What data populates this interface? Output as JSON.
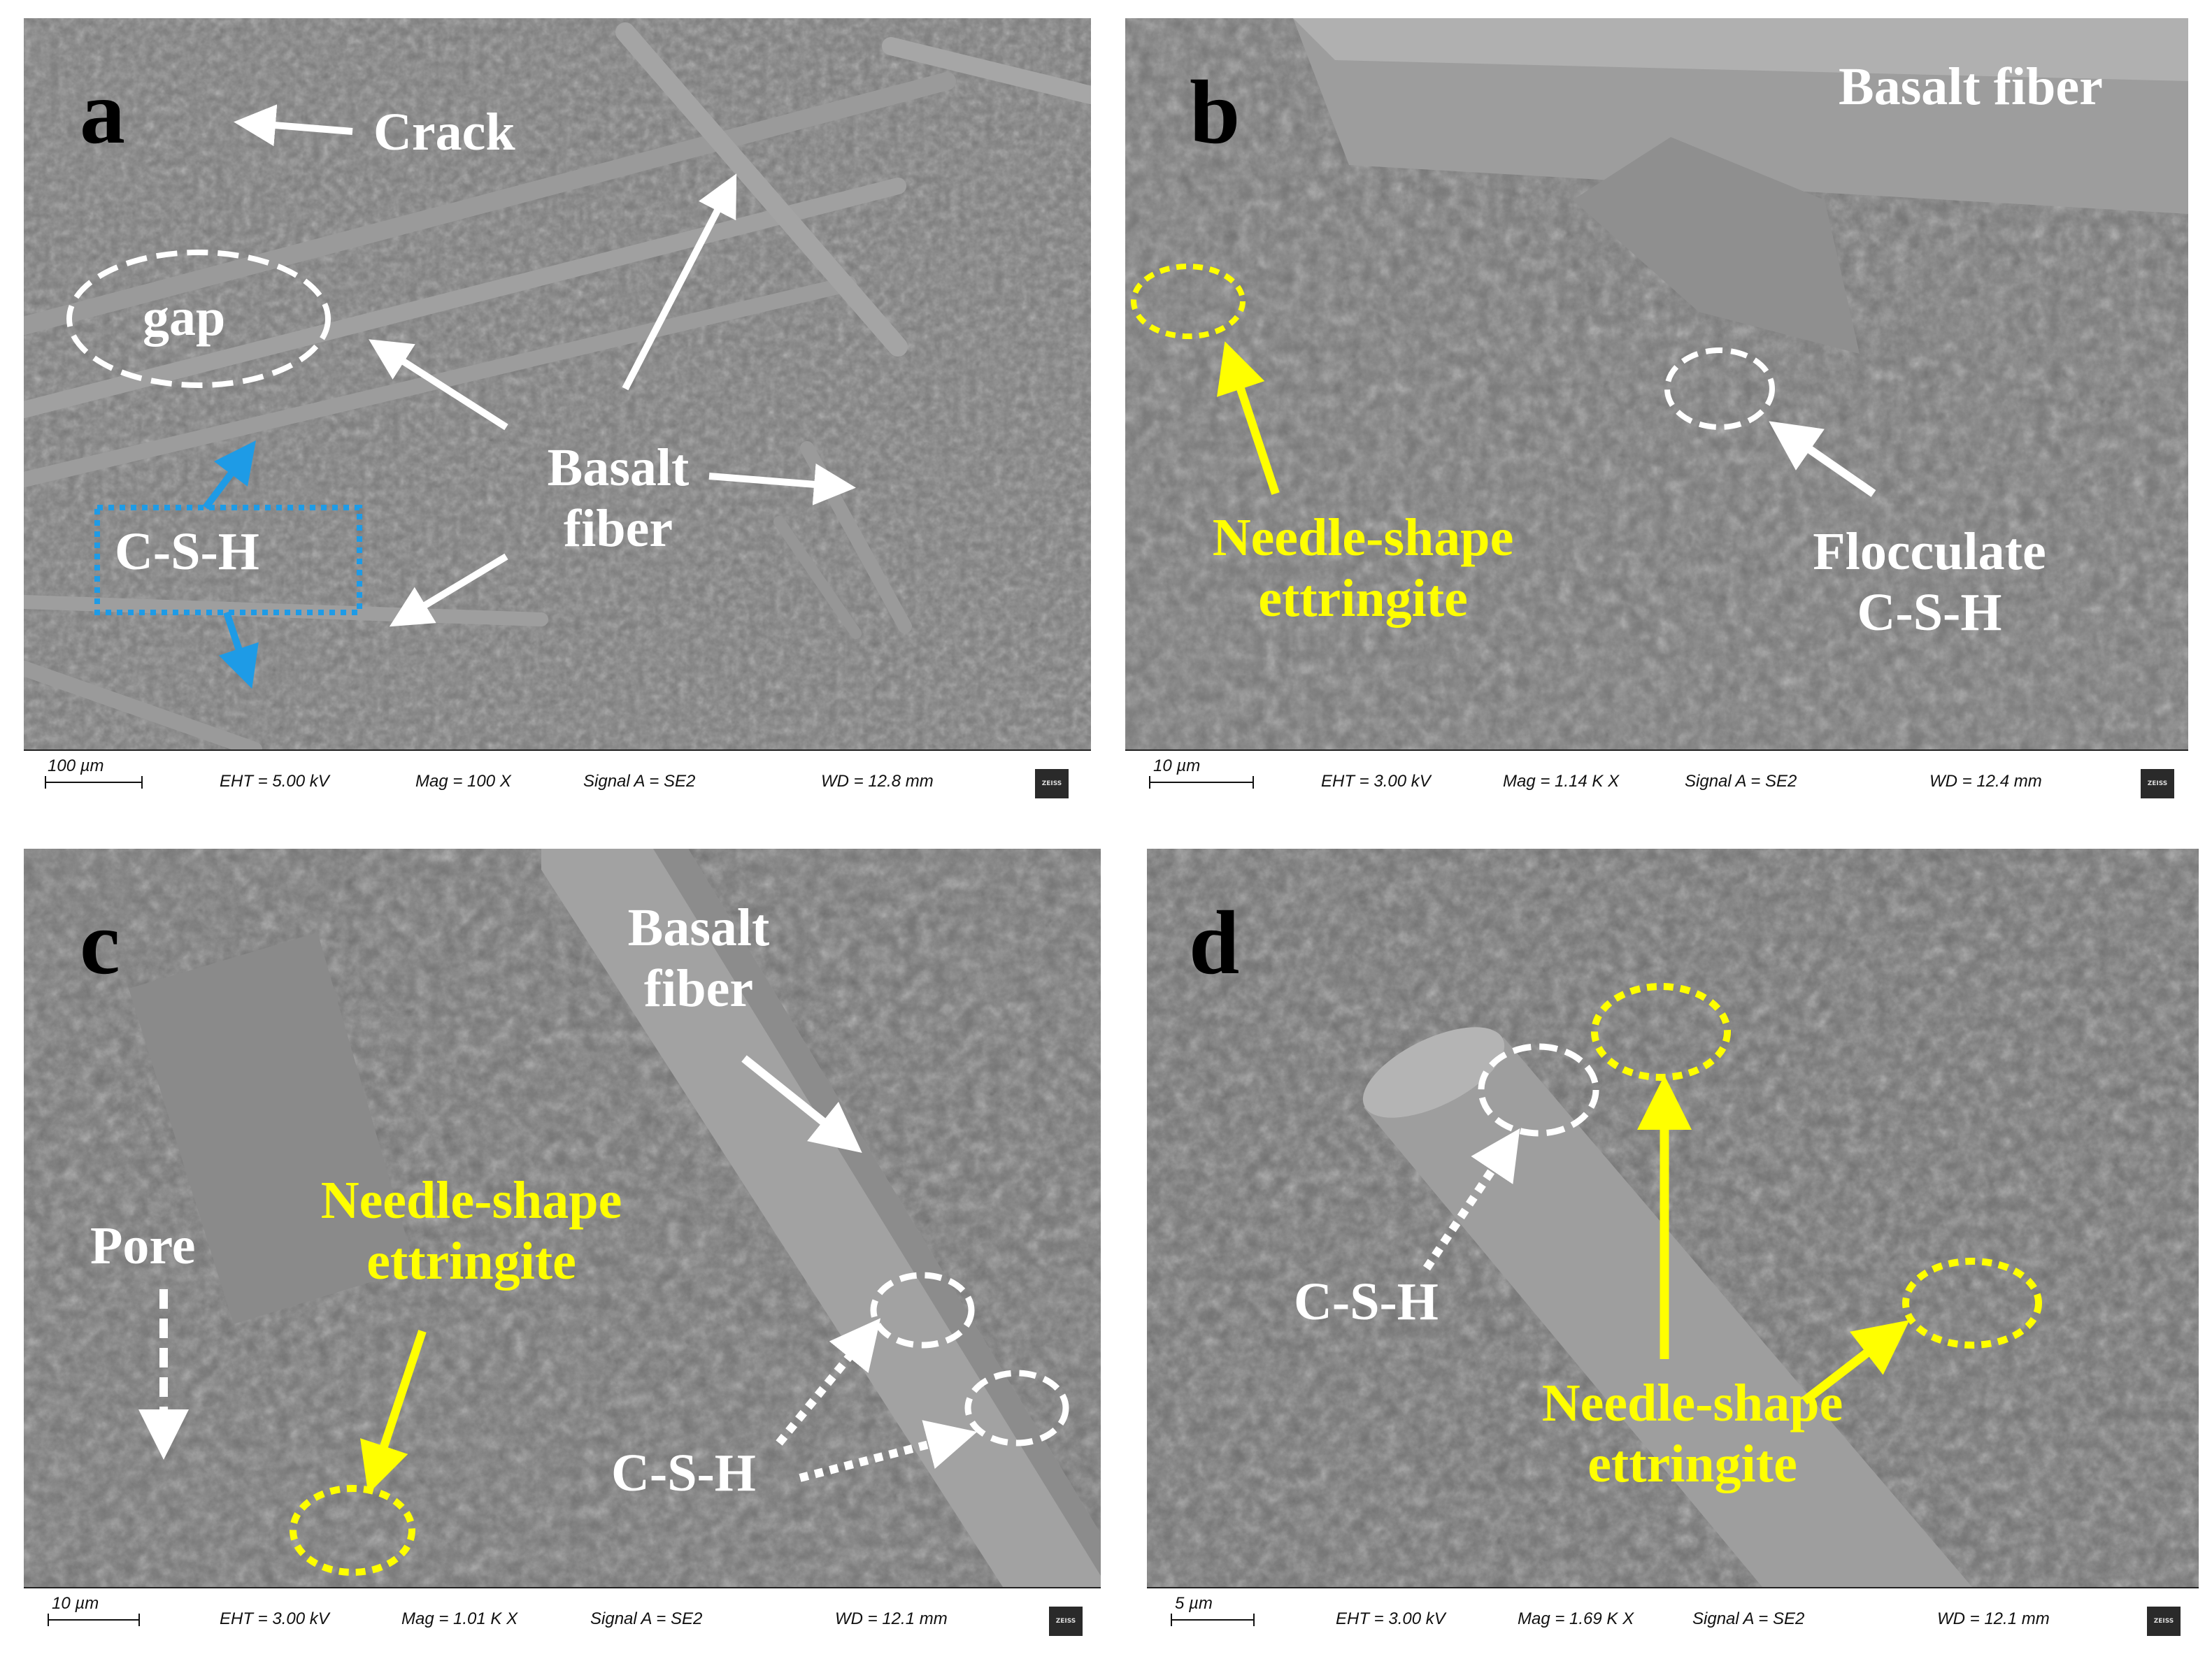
{
  "figure": {
    "panels": [
      {
        "letter": "a",
        "labels": {
          "crack": "Crack",
          "gap": "gap",
          "basalt_fiber_line1": "Basalt",
          "basalt_fiber_line2": "fiber",
          "csh": "C-S-H"
        },
        "info": {
          "scale": "100 µm",
          "eht": "EHT =  5.00 kV",
          "mag": "Mag =    100 X",
          "signal": "Signal A = SE2",
          "wd": "WD = 12.8 mm"
        }
      },
      {
        "letter": "b",
        "labels": {
          "basalt_fiber": "Basalt fiber",
          "needle_line1": "Needle-shape",
          "needle_line2": "ettringite",
          "floc_line1": "Flocculate",
          "floc_line2": "C-S-H"
        },
        "info": {
          "scale": "10 µm",
          "eht": "EHT =  3.00 kV",
          "mag": "Mag =    1.14 K X",
          "signal": "Signal A = SE2",
          "wd": "WD = 12.4 mm"
        }
      },
      {
        "letter": "c",
        "labels": {
          "basalt_fiber_line1": "Basalt",
          "basalt_fiber_line2": "fiber",
          "pore": "Pore",
          "needle_line1": "Needle-shape",
          "needle_line2": "ettringite",
          "csh": "C-S-H"
        },
        "info": {
          "scale": "10 µm",
          "eht": "EHT =  3.00 kV",
          "mag": "Mag =    1.01 K X",
          "signal": "Signal A = SE2",
          "wd": "WD = 12.1 mm"
        }
      },
      {
        "letter": "d",
        "labels": {
          "csh": "C-S-H",
          "needle_line1": "Needle-shape",
          "needle_line2": "ettringite"
        },
        "info": {
          "scale": "5 µm",
          "eht": "EHT =  3.00 kV",
          "mag": "Mag =    1.69 K X",
          "signal": "Signal A = SE2",
          "wd": "WD = 12.1 mm"
        }
      }
    ],
    "logo_text": "ZEISS",
    "colors": {
      "annotation_white": "#ffffff",
      "annotation_yellow": "#ffff00",
      "annotation_blue": "#1e9be6",
      "panel_letter": "#000000"
    }
  }
}
